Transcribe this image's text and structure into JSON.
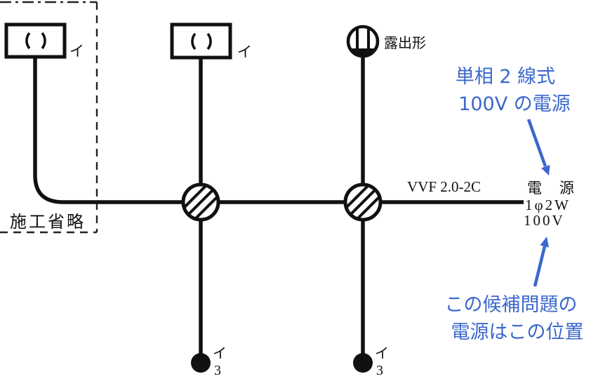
{
  "colors": {
    "line": "#111111",
    "annotation_blue": "#3b68cd",
    "background": "#ffffff"
  },
  "labels": {
    "lamp_left": "イ",
    "lamp_middle": "イ",
    "ceiling_rose": "露出形",
    "omission_box": "施工省略",
    "cable": "VVF 2.0-2C",
    "power_name": "電　源",
    "power_phase": "1φ2W",
    "power_voltage": "100V",
    "switch_left_circuit": "イ",
    "switch_left_way": "3",
    "switch_right_circuit": "イ",
    "switch_right_way": "3"
  },
  "annotations": {
    "power_source_note": {
      "line1": "単相 2 線式",
      "line2": "100V の電源"
    },
    "position_note": {
      "line1": "この候補問題の",
      "line2": "電源はこの位置"
    }
  }
}
